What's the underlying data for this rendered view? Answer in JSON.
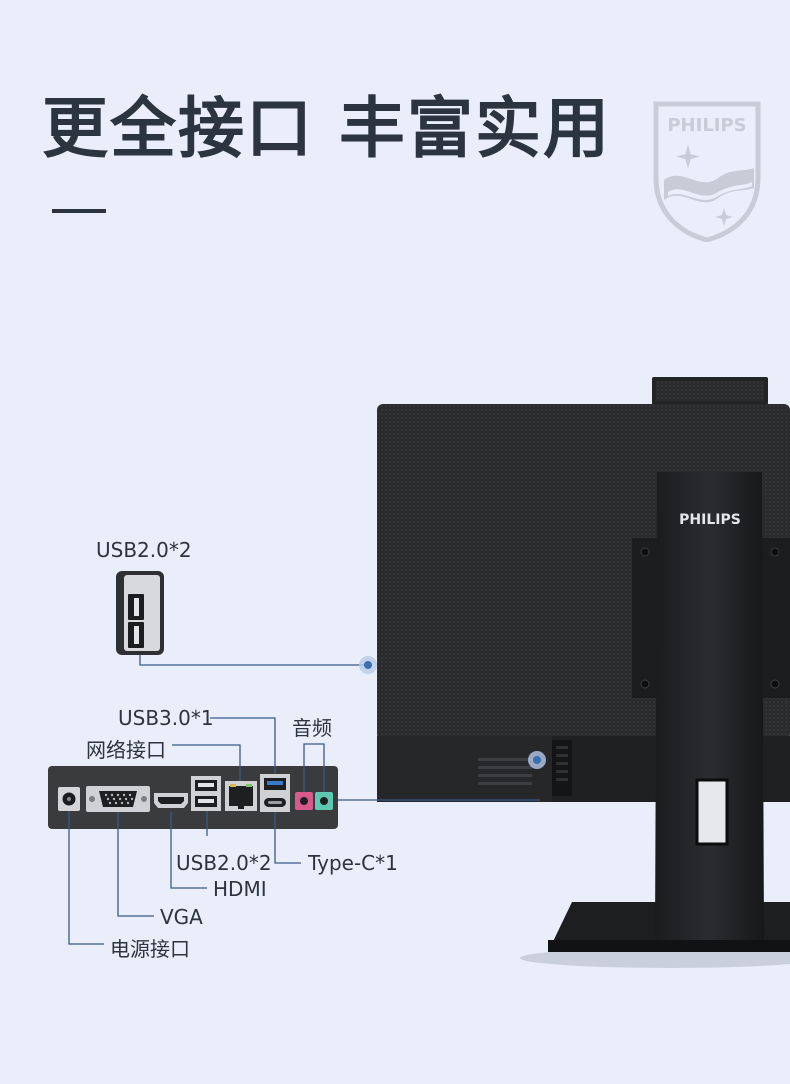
{
  "headline": "更全接口 丰富实用",
  "brand": {
    "logo_text": "PHILIPS",
    "stand_text": "PHILIPS"
  },
  "side_panel": {
    "label": "USB2.0*2"
  },
  "rear_panel": {
    "labels": {
      "usb30": "USB3.0*1",
      "network": "网络接口",
      "audio": "音频",
      "usb20": "USB2.0*2",
      "typec": "Type-C*1",
      "hdmi": "HDMI",
      "vga": "VGA",
      "power": "电源接口"
    }
  },
  "colors": {
    "background": "#e9eefa",
    "text": "#2c3440",
    "leader_line": "#3a5a8a",
    "usb3_blue": "#3b78c8",
    "audio_pink": "#d85a8a",
    "audio_green": "#5fc8b0"
  }
}
